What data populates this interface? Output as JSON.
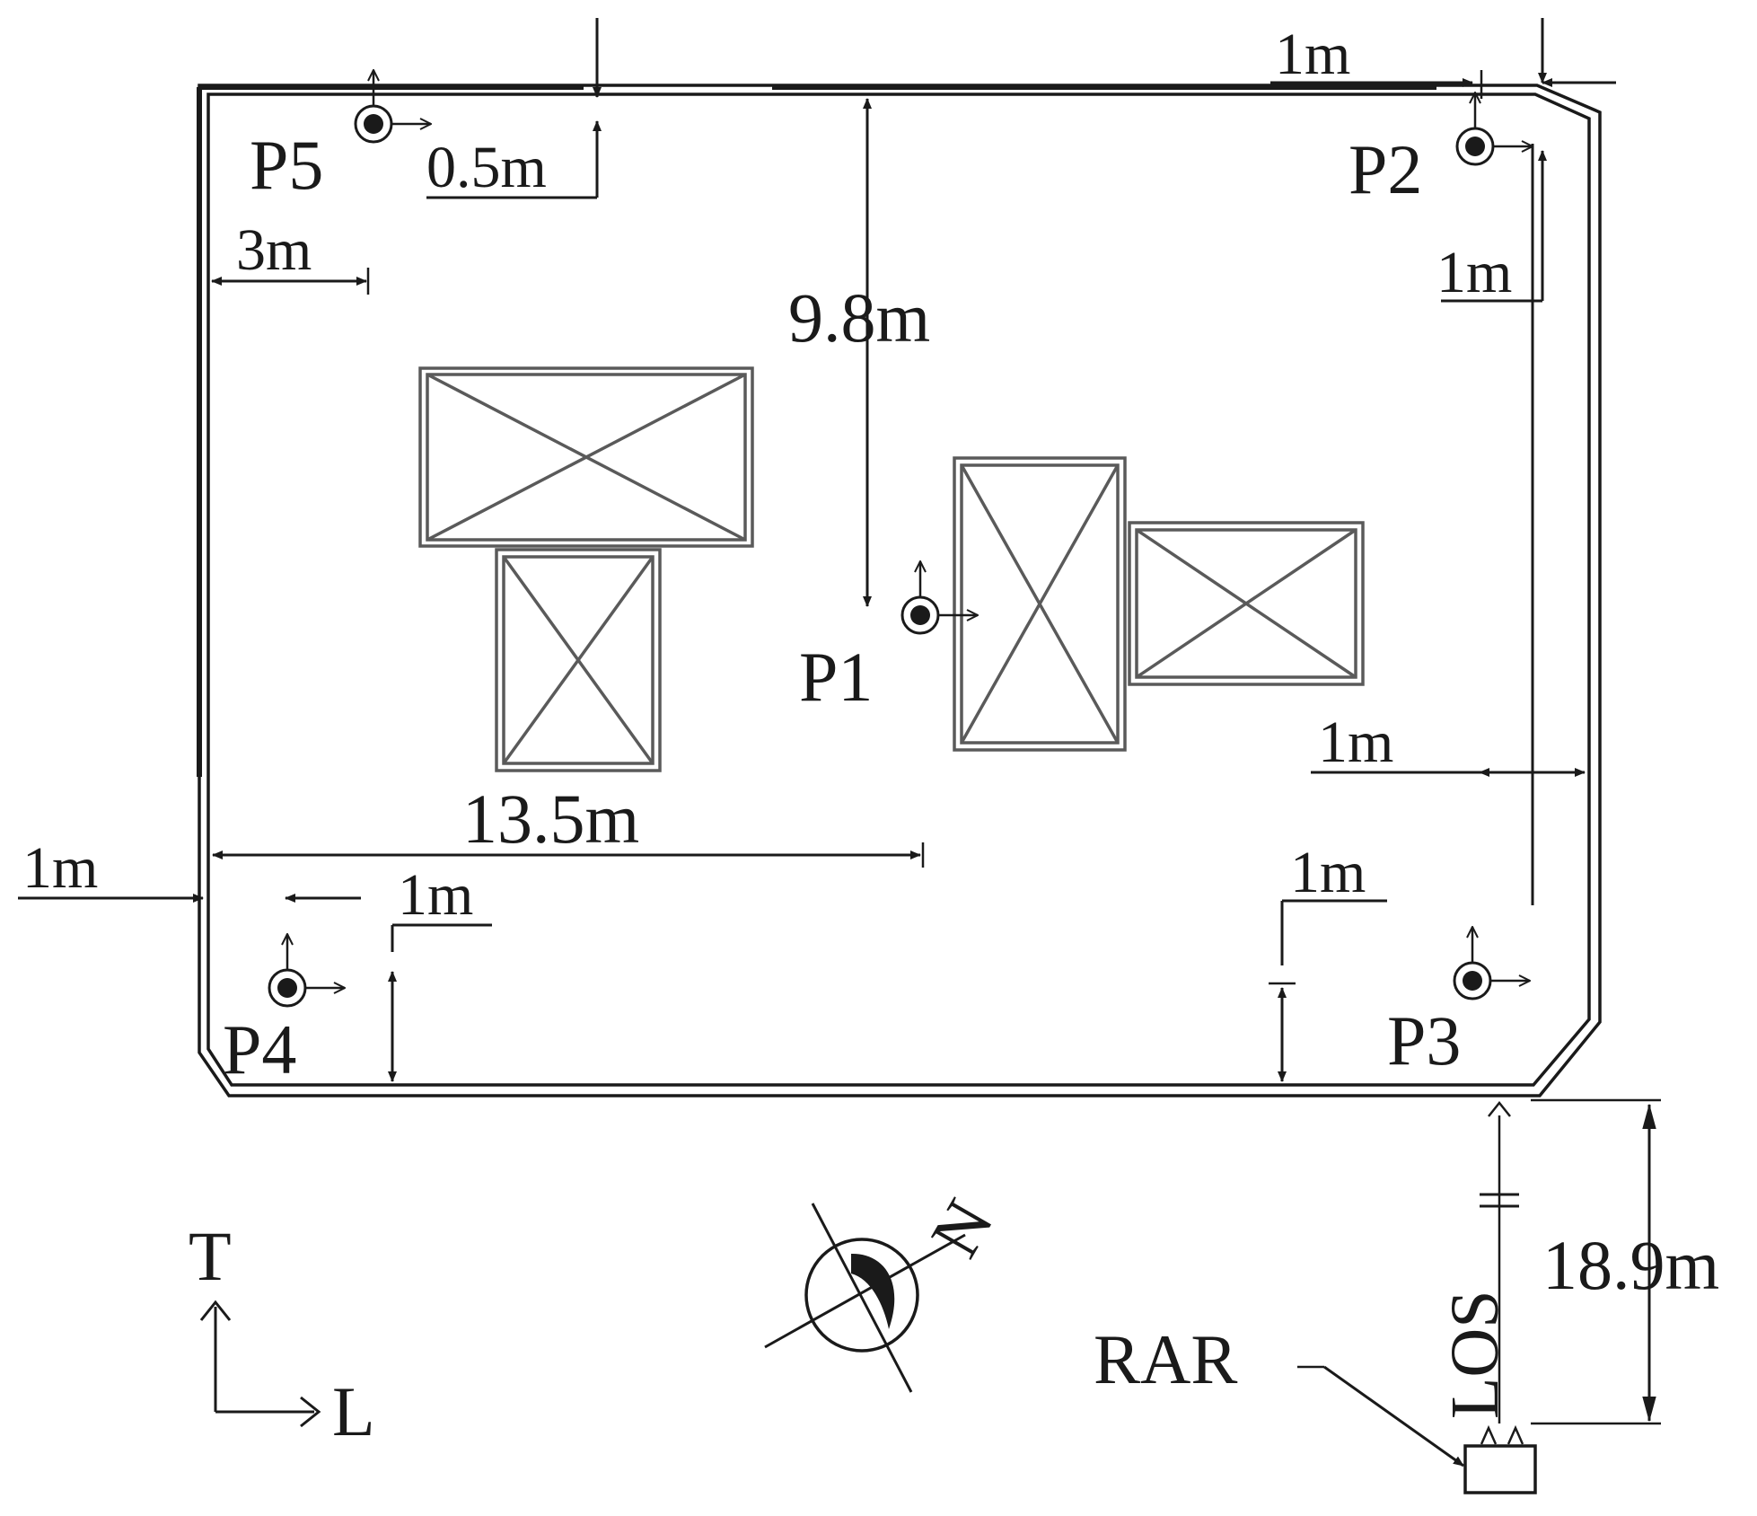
{
  "points": [
    {
      "id": "p1",
      "label": "P1"
    },
    {
      "id": "p2",
      "label": "P2"
    },
    {
      "id": "p3",
      "label": "P3"
    },
    {
      "id": "p4",
      "label": "P4"
    },
    {
      "id": "p5",
      "label": "P5"
    }
  ],
  "dimensions": {
    "top_right_offset": "1m",
    "p2_vertical_offset": "1m",
    "p5_offset": "0.5m",
    "left_margin": "3m",
    "p1_from_top": "9.8m",
    "right_margin": "1m",
    "p1_from_left": "13.5m",
    "left_wall_gap": "1m",
    "p4_from_bottom": "1m",
    "p3_from_bottom": "1m",
    "radar_distance": "18.9m"
  },
  "labels": {
    "los": "LOS",
    "radar": "RAR",
    "north": "N",
    "axis_t": "T",
    "axis_l": "L"
  }
}
